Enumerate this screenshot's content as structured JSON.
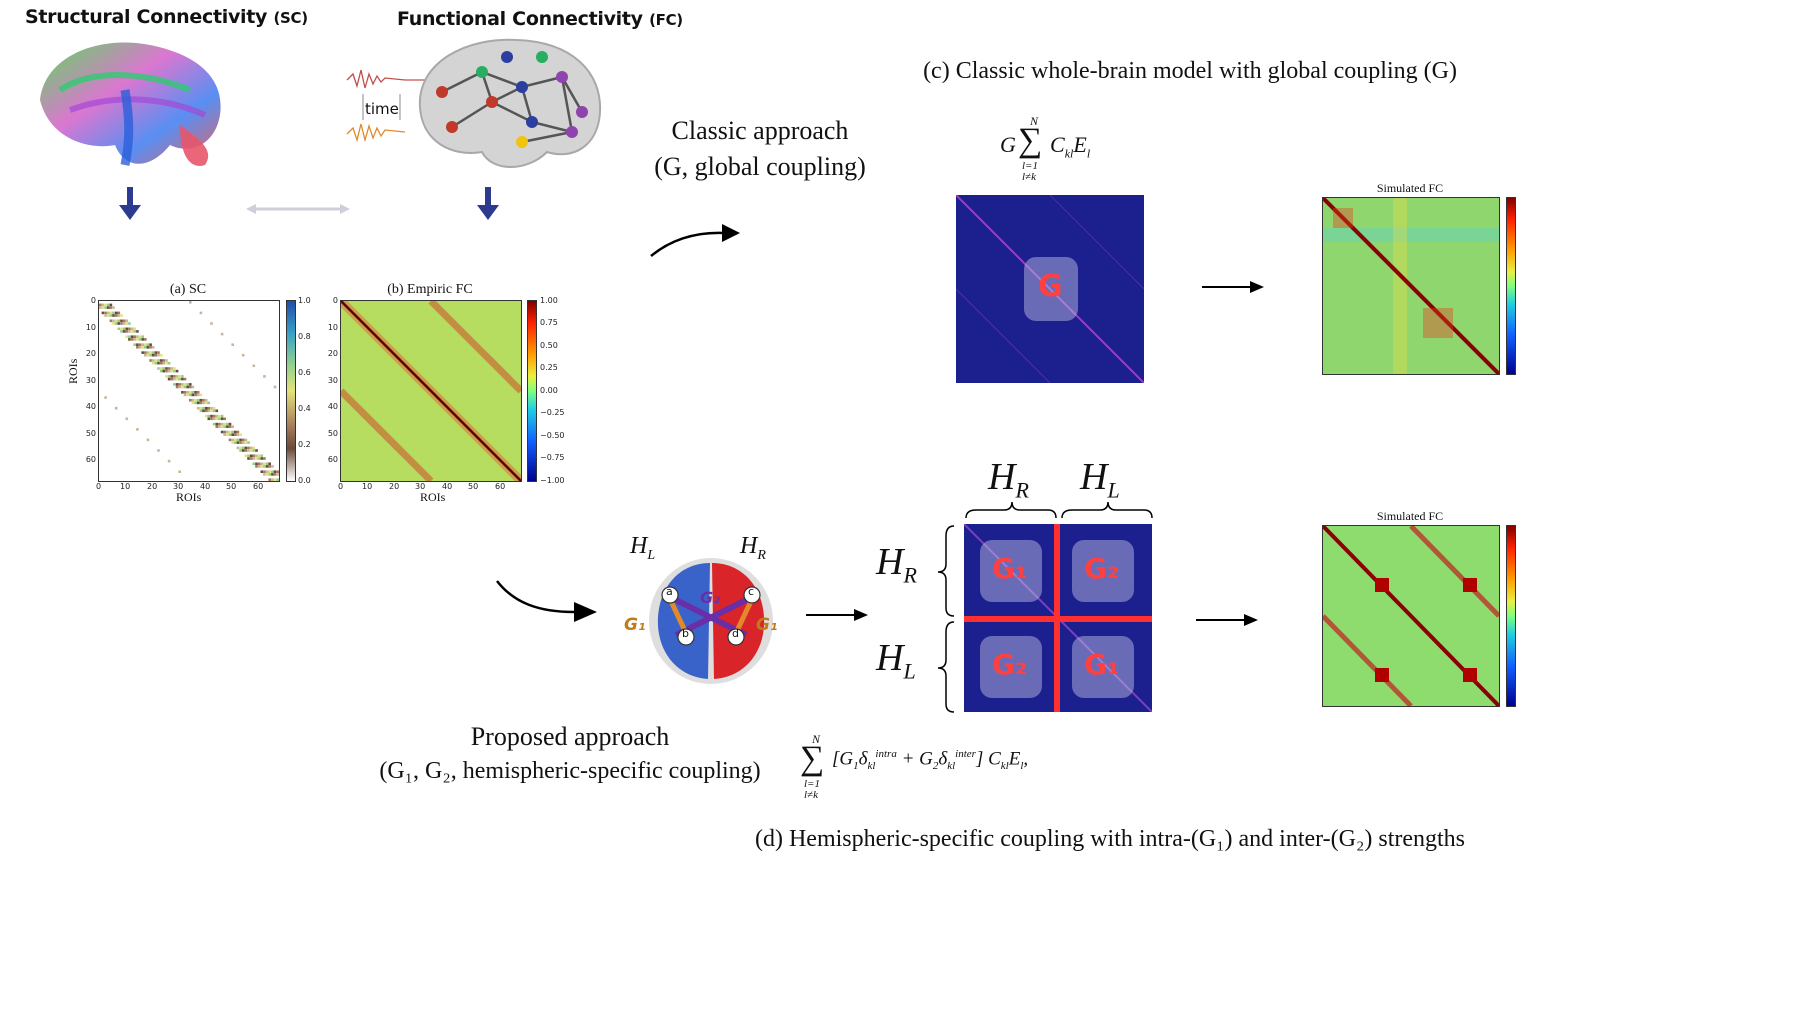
{
  "inputs": {
    "sc_title": "Structural Connectivity",
    "sc_abbrev": "(SC)",
    "fc_title": "Functional Connectivity",
    "fc_abbrev": "(FC)",
    "time_label": "time"
  },
  "panels": {
    "a_title": "(a) SC",
    "b_title": "(b) Empiric FC",
    "roi_label": "ROIs",
    "roi_ticks": [
      "0",
      "10",
      "20",
      "30",
      "40",
      "50",
      "60"
    ],
    "sc_colorbar_ticks": [
      "1.0",
      "0.8",
      "0.6",
      "0.4",
      "0.2",
      "0.0"
    ],
    "fc_colorbar_ticks": [
      "1.00",
      "0.75",
      "0.50",
      "0.25",
      "0.00",
      "−0.25",
      "−0.50",
      "−0.75",
      "−1.00"
    ]
  },
  "classic": {
    "label_line1": "Classic approach",
    "label_line2": "(G, global coupling)",
    "section_title": "(c) Classic whole-brain model with global coupling (G)",
    "formula_G": "G",
    "formula_body": "C",
    "formula_upper": "N",
    "formula_lower1": "l=1",
    "formula_lower2": "l≠k",
    "matrix_label": "G",
    "sim_title": "Simulated FC"
  },
  "proposed": {
    "label_line1": "Proposed approach",
    "label_line2": "(G₁, G₂, hemispheric-specific coupling)",
    "section_title": "(d) Hemispheric-specific coupling with intra-(G₁) and inter-(G₂) strengths",
    "brain_HL": "H",
    "brain_HR": "H",
    "brain_G1_left": "G₁",
    "brain_G1_right": "G₁",
    "brain_G2": "G₂",
    "node_a": "a",
    "node_b": "b",
    "node_c": "c",
    "node_d": "d",
    "matrix_HR_top": "H",
    "matrix_HL_top": "H",
    "matrix_HR_side": "H",
    "matrix_HL_side": "H",
    "q1": "G₁",
    "q2": "G₂",
    "q3": "G₂",
    "q4": "G₁",
    "sim_title": "Simulated FC",
    "formula_upper": "N",
    "formula_lower1": "l=1",
    "formula_lower2": "l≠k"
  },
  "colors": {
    "arrow_blue": "#2c3a8f",
    "matrix_navy": "#1a1f8c",
    "divider_red": "#ff3030",
    "label_red": "#ff4040",
    "brain_left": "#3a63c9",
    "brain_right": "#d9242a",
    "g1_orange": "#c07a1c",
    "g2_purple": "#6a2ea8"
  }
}
